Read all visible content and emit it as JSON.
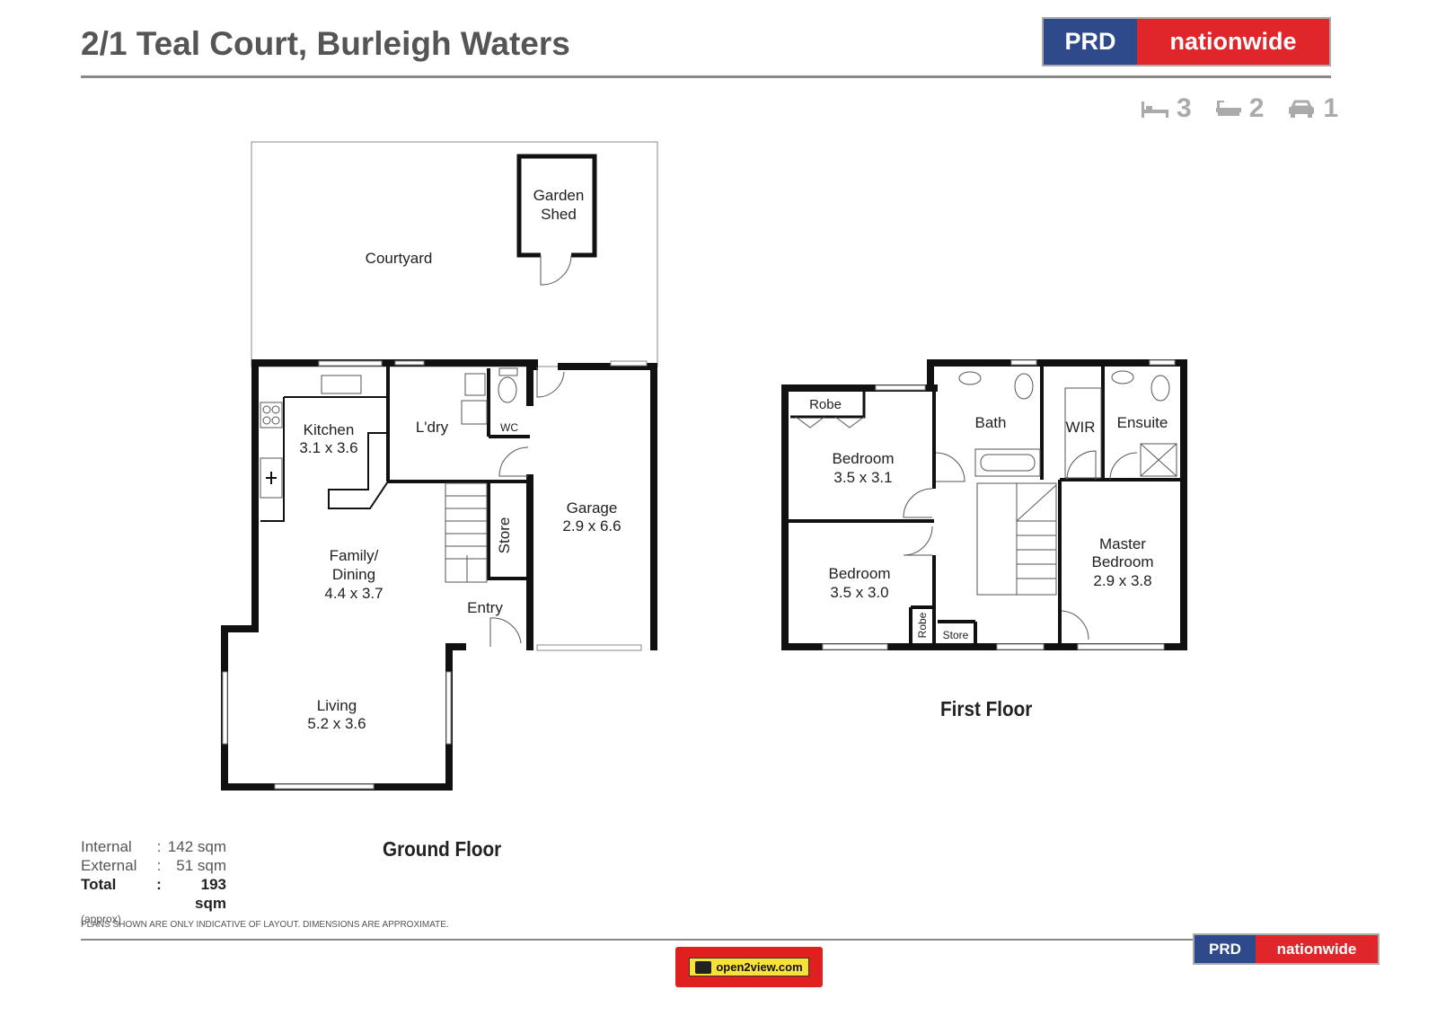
{
  "header": {
    "title": "2/1 Teal Court, Burleigh Waters",
    "logo_left": "PRD",
    "logo_right": "nationwide"
  },
  "features": {
    "beds": "3",
    "baths": "2",
    "cars": "1"
  },
  "ground_floor": {
    "label": "Ground Floor",
    "rooms": {
      "courtyard": "Courtyard",
      "garden_shed_1": "Garden",
      "garden_shed_2": "Shed",
      "kitchen_name": "Kitchen",
      "kitchen_dim": "3.1 x 3.6",
      "laundry": "L'dry",
      "wc": "WC",
      "garage_name": "Garage",
      "garage_dim": "2.9 x 6.6",
      "store": "Store",
      "family_1": "Family/",
      "family_2": "Dining",
      "family_dim": "4.4 x 3.7",
      "entry": "Entry",
      "living_name": "Living",
      "living_dim": "5.2 x 3.6"
    }
  },
  "first_floor": {
    "label": "First Floor",
    "rooms": {
      "robe_top": "Robe",
      "bed1_name": "Bedroom",
      "bed1_dim": "3.5 x 3.1",
      "bath": "Bath",
      "wir": "WIR",
      "ensuite": "Ensuite",
      "bed2_name": "Bedroom",
      "bed2_dim": "3.5 x 3.0",
      "robe_small": "Robe",
      "store": "Store",
      "master_1": "Master",
      "master_2": "Bedroom",
      "master_dim": "2.9 x 3.8"
    }
  },
  "areas": {
    "internal_label": "Internal",
    "internal_value": "142 sqm",
    "external_label": "External",
    "external_value": "51 sqm",
    "total_label": "Total",
    "total_value": "193 sqm",
    "approx": "(approx)",
    "separator": ":"
  },
  "disclaimer": "PLANS SHOWN ARE ONLY INDICATIVE OF LAYOUT.  DIMENSIONS ARE APPROXIMATE.",
  "footer": {
    "o2v": "open2view.com",
    "logo_left": "PRD",
    "logo_right": "nationwide"
  },
  "colors": {
    "wall": "#111111",
    "brand_blue": "#2e4a8a",
    "brand_red": "#e0262a"
  }
}
